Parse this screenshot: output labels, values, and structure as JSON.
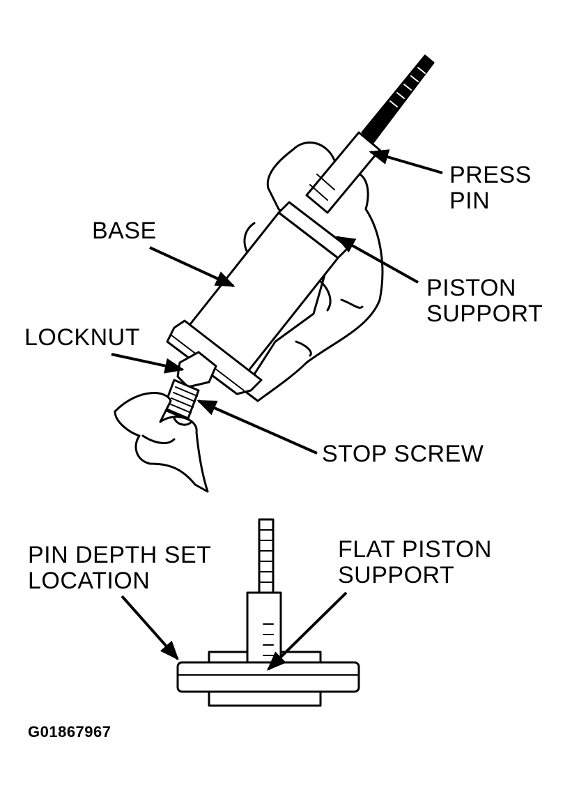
{
  "labels": {
    "press_pin": [
      "PRESS",
      "PIN"
    ],
    "base": "BASE",
    "piston_support": [
      "PISTON",
      "SUPPORT"
    ],
    "locknut": "LOCKNUT",
    "stop_screw": "STOP SCREW",
    "pin_depth_set_location": [
      "PIN DEPTH SET",
      "LOCATION"
    ],
    "flat_piston_support": [
      "FLAT PISTON",
      "SUPPORT"
    ]
  },
  "figure_id": "G01867967"
}
